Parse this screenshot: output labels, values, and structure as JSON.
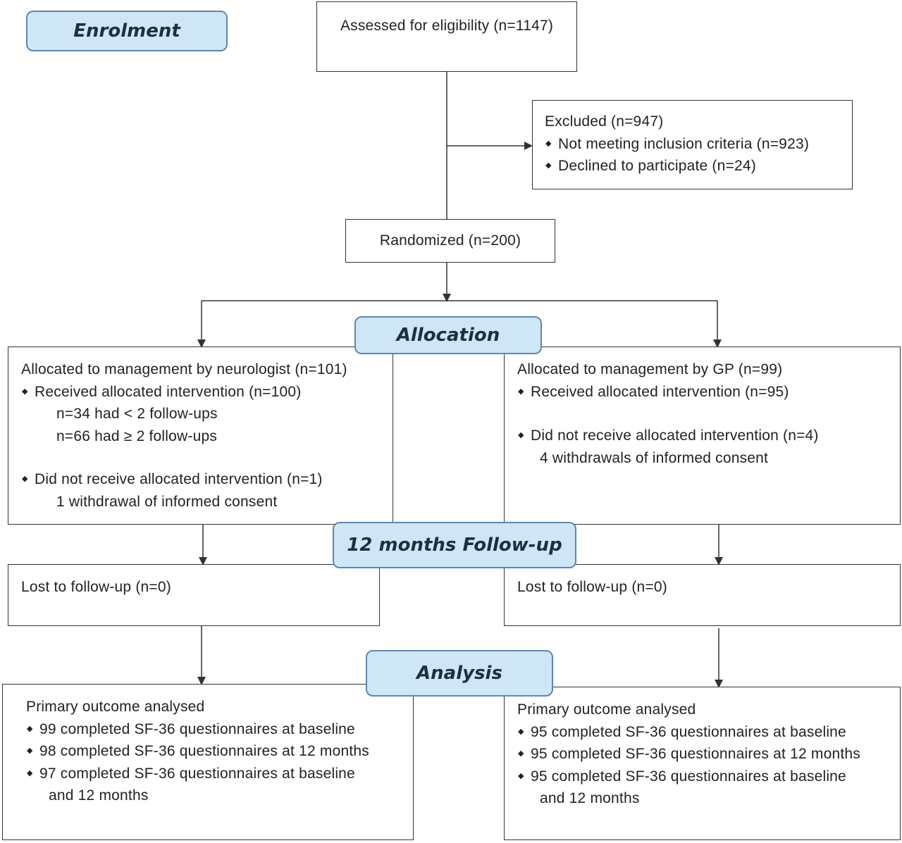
{
  "stages": {
    "enrolment": "Enrolment",
    "allocation": "Allocation",
    "followup": "12 months Follow-up",
    "analysis": "Analysis"
  },
  "assessed": "Assessed for eligibility (n=1147)",
  "excluded": {
    "title": "Excluded (n=947)",
    "items": [
      "Not meeting inclusion criteria (n=923)",
      "Declined to participate (n=24)"
    ]
  },
  "randomized": "Randomized  (n=200)",
  "allocation_left": {
    "title": "Allocated to management  by neurologist  (n=101)",
    "received": "Received  allocated intervention  (n=100)",
    "sub1": "n=34 had < 2 follow-ups",
    "sub2": "n=66 had ≥ 2 follow-ups",
    "not_received": "Did not receive  allocated intervention  (n=1)",
    "not_received_detail": "1 withdrawal  of informed  consent"
  },
  "allocation_right": {
    "title": "Allocated to management  by GP (n=99)",
    "received": "Received  allocated intervention  (n=95)",
    "not_received": "Did not receive  allocated intervention  (n=4)",
    "not_received_detail": "4 withdrawals  of informed  consent"
  },
  "followup_left": "Lost to follow-up  (n=0)",
  "followup_right": "Lost to follow-up  (n=0)",
  "analysis_left": {
    "title": "Primary outcome analysed",
    "items": [
      "99 completed  SF-36 questionnaires  at baseline",
      "98 completed  SF-36 questionnaires  at 12 months",
      "97 completed  SF-36 questionnaires  at baseline"
    ],
    "continuation": "and 12 months"
  },
  "analysis_right": {
    "title": "Primary outcome analysed",
    "items": [
      "95 completed  SF-36 questionnaires  at baseline",
      "95 completed  SF-36 questionnaires  at 12 months",
      "95 completed  SF-36 questionnaires  at baseline"
    ],
    "continuation": "and 12 months"
  },
  "colors": {
    "stage_fill": "#cfe6f7",
    "stage_border": "#5d87ad",
    "line": "#333333"
  }
}
